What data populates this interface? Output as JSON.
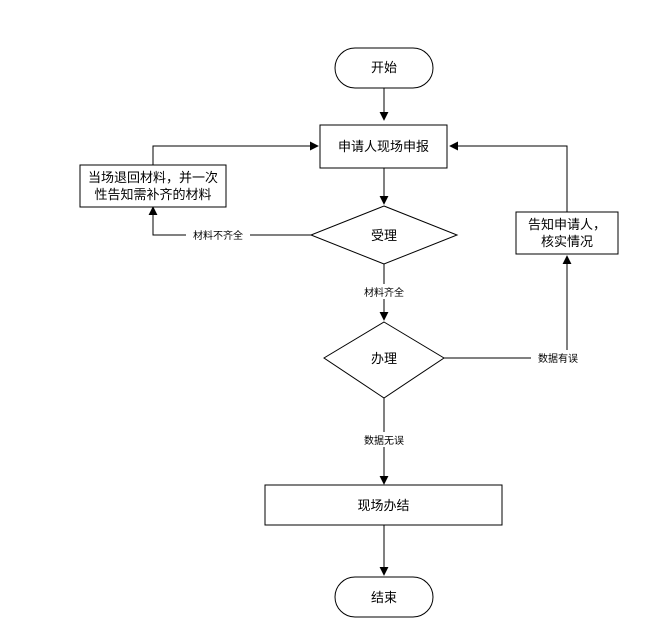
{
  "nodes": {
    "start": "开始",
    "apply": "申请人现场申报",
    "notify_line1": "当场退回材料，并一次",
    "notify_line2": "性告知需补齐的材料",
    "accept": "受理",
    "inform_line1": "告知申请人，",
    "inform_line2": "核实情况",
    "process": "办理",
    "finish": "现场办结",
    "end": "结束"
  },
  "edges": {
    "incomplete": "材料不齐全",
    "complete": "材料齐全",
    "data_error": "数据有误",
    "data_ok": "数据无误"
  }
}
